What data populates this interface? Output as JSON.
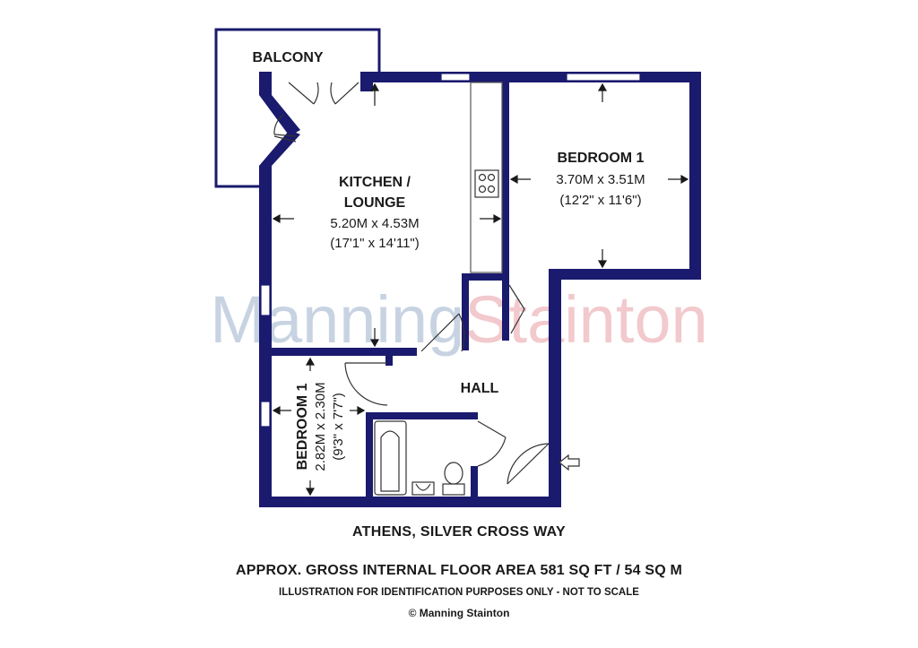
{
  "watermark": {
    "part1": "Manning",
    "part2": "Stainton",
    "color1": "#c8d3e2",
    "color2": "#f2c9cd"
  },
  "colors": {
    "wall": "#1a1a6e",
    "window": "#ffffff",
    "text": "#1a1a1a"
  },
  "rooms": {
    "balcony": {
      "name": "BALCONY"
    },
    "kitchen": {
      "name_line1": "KITCHEN /",
      "name_line2": "LOUNGE",
      "metric": "5.20M x 4.53M",
      "imperial": "(17'1\" x 14'11\")"
    },
    "bedroom_main": {
      "name": "BEDROOM 1",
      "metric": "3.70M x 3.51M",
      "imperial": "(12'2\" x 11'6\")"
    },
    "hall": {
      "name": "HALL"
    },
    "bedroom_small": {
      "name": "BEDROOM 1",
      "metric": "2.82M x 2.30M",
      "imperial": "(9'3\" x 7'7\")"
    }
  },
  "footer": {
    "address": "ATHENS, SILVER CROSS WAY",
    "area": "APPROX. GROSS INTERNAL FLOOR AREA 581 SQ FT / 54 SQ M",
    "disclaimer": "ILLUSTRATION FOR IDENTIFICATION PURPOSES ONLY - NOT TO SCALE",
    "copyright": "© Manning Stainton"
  }
}
